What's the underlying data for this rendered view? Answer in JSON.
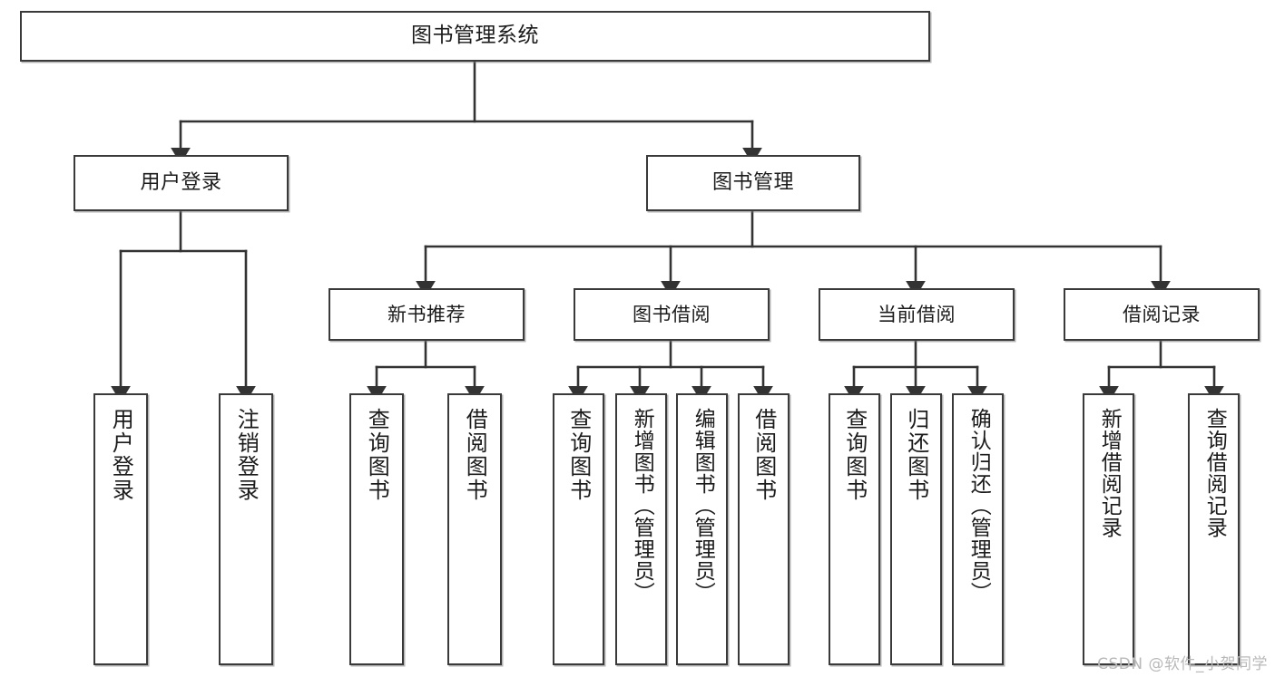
{
  "diagram": {
    "type": "tree",
    "title": "图书管理系统",
    "watermark": "CSDN @软件_小贺同学",
    "colors": {
      "box_border": "#3a3a3a",
      "box_fill": "#ffffff",
      "edge": "#333333",
      "text": "#1b1b1b",
      "watermark": "#b9b9b9",
      "background": "#ffffff"
    },
    "root": {
      "id": "root",
      "label": "图书管理系统"
    },
    "level1": [
      {
        "id": "n-user-login",
        "label": "用户登录"
      },
      {
        "id": "n-book-manage",
        "label": "图书管理"
      }
    ],
    "level2": [
      {
        "id": "n-new-book-rec",
        "label": "新书推荐",
        "parent": "n-book-manage"
      },
      {
        "id": "n-book-borrow",
        "label": "图书借阅",
        "parent": "n-book-manage"
      },
      {
        "id": "n-current-borrow",
        "label": "当前借阅",
        "parent": "n-book-manage"
      },
      {
        "id": "n-borrow-record",
        "label": "借阅记录",
        "parent": "n-book-manage"
      }
    ],
    "leaves": [
      {
        "id": "l-user-login",
        "label": "用户登录",
        "parent": "n-user-login"
      },
      {
        "id": "l-user-logout",
        "label": "注销登录",
        "parent": "n-user-login"
      },
      {
        "id": "l-rec-query-book",
        "label": "查询图书",
        "parent": "n-new-book-rec"
      },
      {
        "id": "l-rec-borrow-book",
        "label": "借阅图书",
        "parent": "n-new-book-rec"
      },
      {
        "id": "l-bb-query-book",
        "label": "查询图书",
        "parent": "n-book-borrow"
      },
      {
        "id": "l-bb-add-book",
        "label": "新增图书（管理员）",
        "parent": "n-book-borrow"
      },
      {
        "id": "l-bb-edit-book",
        "label": "编辑图书（管理员）",
        "parent": "n-book-borrow"
      },
      {
        "id": "l-bb-borrow-book",
        "label": "借阅图书",
        "parent": "n-book-borrow"
      },
      {
        "id": "l-cb-query-book",
        "label": "查询图书",
        "parent": "n-current-borrow"
      },
      {
        "id": "l-cb-return-book",
        "label": "归还图书",
        "parent": "n-current-borrow"
      },
      {
        "id": "l-cb-confirm-return",
        "label": "确认归还（管理员）",
        "parent": "n-current-borrow"
      },
      {
        "id": "l-br-add-record",
        "label": "新增借阅记录",
        "parent": "n-borrow-record"
      },
      {
        "id": "l-br-query-record",
        "label": "查询借阅记录",
        "parent": "n-borrow-record"
      }
    ]
  }
}
